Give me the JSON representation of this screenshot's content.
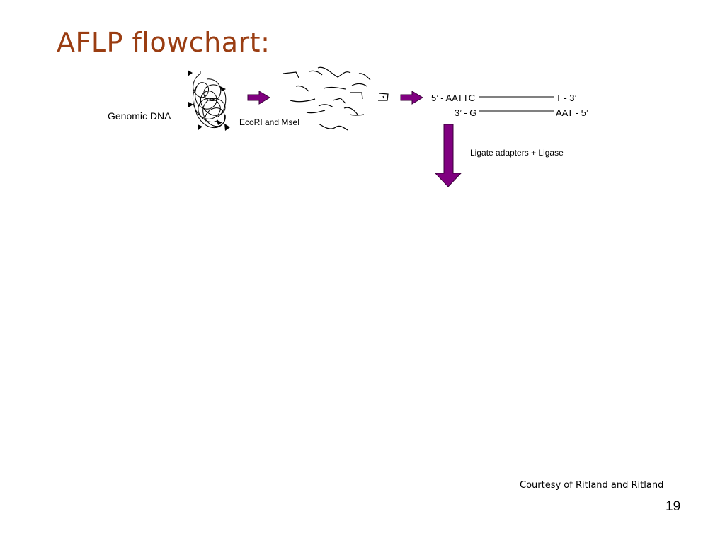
{
  "slide": {
    "title": "AFLP flowchart:",
    "credit": "Courtesy of Ritland and Ritland",
    "page_number": "19"
  },
  "diagram": {
    "genomic_label": "Genomic DNA",
    "enzyme_label": "EcoRI and MseI",
    "adapter_top_left": "5’ - AATTC",
    "adapter_top_right": "T - 3’",
    "adapter_bottom_left": "3’ - G",
    "adapter_bottom_right": "AAT - 5’",
    "ligate_label": "Ligate adapters + Ligase"
  },
  "colors": {
    "title": "#9a3d12",
    "arrow_fill": "#800080"
  },
  "icons": [
    "dna-tangle-icon",
    "restriction-site-marker-icon",
    "dna-fragment-icon",
    "process-arrow-icon"
  ]
}
